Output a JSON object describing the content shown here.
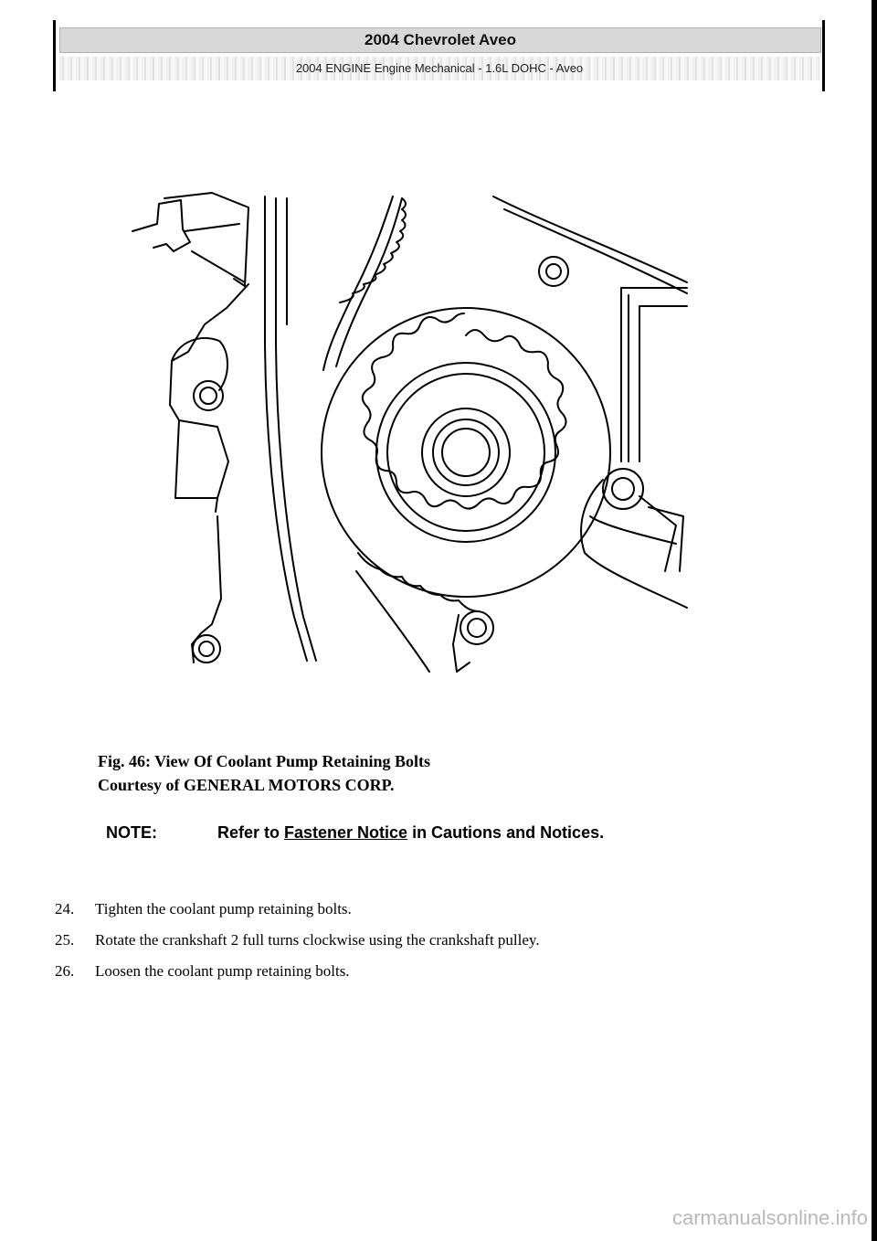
{
  "header": {
    "title": "2004 Chevrolet Aveo",
    "subtitle": "2004 ENGINE Engine Mechanical - 1.6L DOHC - Aveo"
  },
  "figure": {
    "caption_line1": "Fig. 46: View Of Coolant Pump Retaining Bolts",
    "caption_line2": "Courtesy of GENERAL MOTORS CORP."
  },
  "note": {
    "label": "NOTE:",
    "text_before": "Refer to ",
    "link_text": "Fastener Notice",
    "text_after": " in Cautions and Notices."
  },
  "steps": [
    {
      "num": "24.",
      "text": "Tighten the coolant pump retaining bolts."
    },
    {
      "num": "25.",
      "text": "Rotate the crankshaft 2 full turns clockwise using the crankshaft pulley."
    },
    {
      "num": "26.",
      "text": "Loosen the coolant pump retaining bolts."
    }
  ],
  "watermark": "carmanualsonline.info"
}
